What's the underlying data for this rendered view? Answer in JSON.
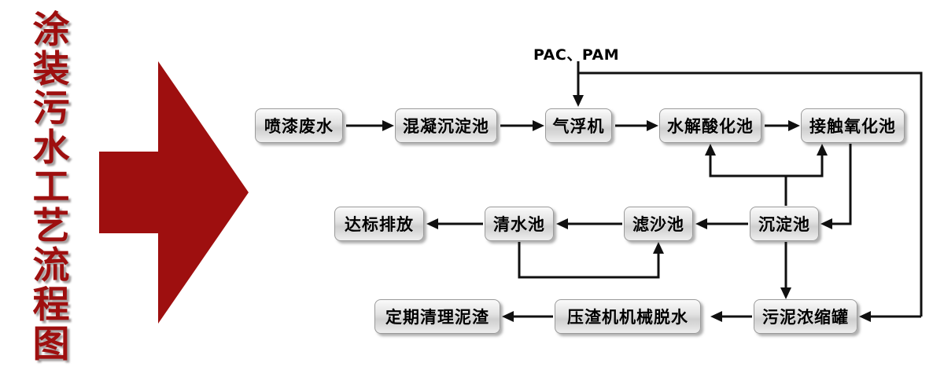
{
  "title": {
    "text": "涂装污水工艺流程图",
    "chars": [
      "涂",
      "装",
      "污",
      "水",
      "工",
      "艺",
      "流",
      "程",
      "图"
    ],
    "color": "#9e0f0f"
  },
  "arrow": {
    "name": "big-red-arrow",
    "color": "#9e0f0f",
    "direction": "right"
  },
  "diagram": {
    "type": "process-flowchart",
    "dosing_label": "PAC、PAM",
    "nodes": [
      {
        "id": "spray-wastewater",
        "label": "喷漆废水",
        "row": 1
      },
      {
        "id": "coagulation-tank",
        "label": "混凝沉淀池",
        "row": 1
      },
      {
        "id": "air-flotation",
        "label": "气浮机",
        "row": 1
      },
      {
        "id": "hydrolysis-tank",
        "label": "水解酸化池",
        "row": 1
      },
      {
        "id": "contact-oxidation",
        "label": "接触氧化池",
        "row": 1
      },
      {
        "id": "sedimentation-tank",
        "label": "沉淀池",
        "row": 2
      },
      {
        "id": "sand-filter",
        "label": "滤沙池",
        "row": 2
      },
      {
        "id": "clean-water-tank",
        "label": "清水池",
        "row": 2
      },
      {
        "id": "standard-discharge",
        "label": "达标排放",
        "row": 2
      },
      {
        "id": "sludge-thickener",
        "label": "污泥浓缩罐",
        "row": 3
      },
      {
        "id": "press-dewatering",
        "label": "压渣机机械脱水",
        "row": 3
      },
      {
        "id": "sludge-cleanup",
        "label": "定期清理泥渣",
        "row": 3
      }
    ],
    "edges": [
      {
        "from": "spray-wastewater",
        "to": "coagulation-tank"
      },
      {
        "from": "coagulation-tank",
        "to": "air-flotation"
      },
      {
        "from": "dosing-label",
        "to": "air-flotation"
      },
      {
        "from": "air-flotation",
        "to": "hydrolysis-tank"
      },
      {
        "from": "hydrolysis-tank",
        "to": "contact-oxidation"
      },
      {
        "from": "contact-oxidation",
        "to": "sedimentation-tank"
      },
      {
        "from": "sedimentation-tank",
        "to": "sand-filter"
      },
      {
        "from": "sand-filter",
        "to": "clean-water-tank"
      },
      {
        "from": "clean-water-tank",
        "to": "standard-discharge"
      },
      {
        "from": "clean-water-tank",
        "to": "sand-filter"
      },
      {
        "from": "sedimentation-tank",
        "to": "hydrolysis-tank"
      },
      {
        "from": "sedimentation-tank",
        "to": "contact-oxidation"
      },
      {
        "from": "sedimentation-tank",
        "to": "sludge-thickener"
      },
      {
        "from": "sludge-thickener",
        "to": "press-dewatering"
      },
      {
        "from": "press-dewatering",
        "to": "sludge-cleanup"
      },
      {
        "from": "dosing-header-line",
        "to": "sludge-thickener"
      }
    ]
  }
}
